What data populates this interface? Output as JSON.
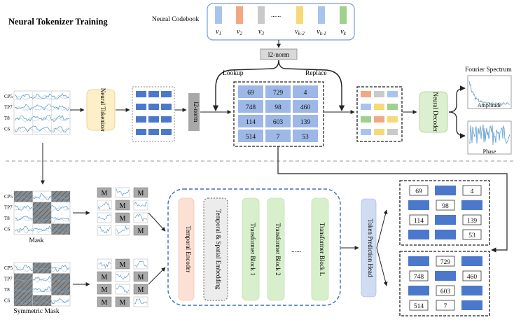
{
  "title": "Neural Tokenizer Training",
  "codebook": {
    "label": "Neural Codebook",
    "ellipsis": "......",
    "vectors": [
      {
        "label": "v1",
        "color": "#a9c4ec"
      },
      {
        "label": "v2",
        "color": "#f2a783"
      },
      {
        "label": "v3",
        "color": "#c9c9c9"
      },
      {
        "label": "vk-2",
        "color": "#f7d977"
      },
      {
        "label": "vk-1",
        "color": "#a9c4ec"
      },
      {
        "label": "vk",
        "color": "#9fd18b"
      }
    ]
  },
  "l2norm_label": "l2-norm",
  "lookup_label": "Lookup",
  "replace_label": "Replace",
  "channels": [
    "CP5",
    "TP7",
    "T8",
    "C6"
  ],
  "neural_tokenizer_label": "Neural Tokenizer",
  "neural_decoder_label": "Neural Decoder",
  "fourier": {
    "title": "Fourier Spectrum",
    "amplitude": "Amplitude",
    "phase": "Phase"
  },
  "token_grid": [
    [
      "69",
      "729",
      "4"
    ],
    [
      "748",
      "98",
      "460"
    ],
    [
      "114",
      "603",
      "139"
    ],
    [
      "514",
      "7",
      "53"
    ]
  ],
  "quantized_colors": [
    "#f2a783",
    "#c9c9c9",
    "#a9c4ec",
    "#a9c4ec",
    "#f7d977",
    "#9fd18b",
    "#9fd18b",
    "#f2a783",
    "#f7d977",
    "#a9c4ec",
    "#f7d977",
    "#c9c9c9"
  ],
  "mask_label": "Mask",
  "symmetric_mask_label": "Symmetric Mask",
  "mask_token": "M",
  "mask_pattern": [
    [
      1,
      0,
      1
    ],
    [
      0,
      1,
      0
    ],
    [
      0,
      1,
      0
    ],
    [
      0,
      0,
      1
    ]
  ],
  "sym_mask_pattern": [
    [
      0,
      1,
      0
    ],
    [
      1,
      0,
      1
    ],
    [
      1,
      0,
      1
    ],
    [
      1,
      1,
      0
    ]
  ],
  "encoder": {
    "temporal_encoder": "Temporal Encoder",
    "embedding": "Temporal & Spatial Embedding",
    "block1": "Transformer Block 1",
    "block2": "Transformer Block 2",
    "dots": "......",
    "blockL": "Transformer Block L"
  },
  "token_prediction_head": "Token Prediction Head",
  "pred_upper": [
    [
      "69",
      "",
      "4"
    ],
    [
      "",
      "98",
      ""
    ],
    [
      "114",
      "",
      "139"
    ],
    [
      "",
      "",
      "53"
    ]
  ],
  "pred_lower": [
    [
      "",
      "729",
      ""
    ],
    [
      "748",
      "",
      "460"
    ],
    [
      "",
      "603",
      ""
    ],
    [
      "514",
      "7",
      ""
    ]
  ],
  "colors": {
    "blue_token": "#4c78cc",
    "tokenizer_box": "#fdf0c8",
    "decoder_box": "#dcefcf",
    "l2_box": "#a8a8a8",
    "encoder_border": "#3a6fc4",
    "temporal_encoder_box": "#fbe0d3",
    "embedding_box": "#ececec",
    "transformer_box": "#d8efcc",
    "head_box": "#cfdcf2",
    "grid_cell": "#9db7e6"
  }
}
